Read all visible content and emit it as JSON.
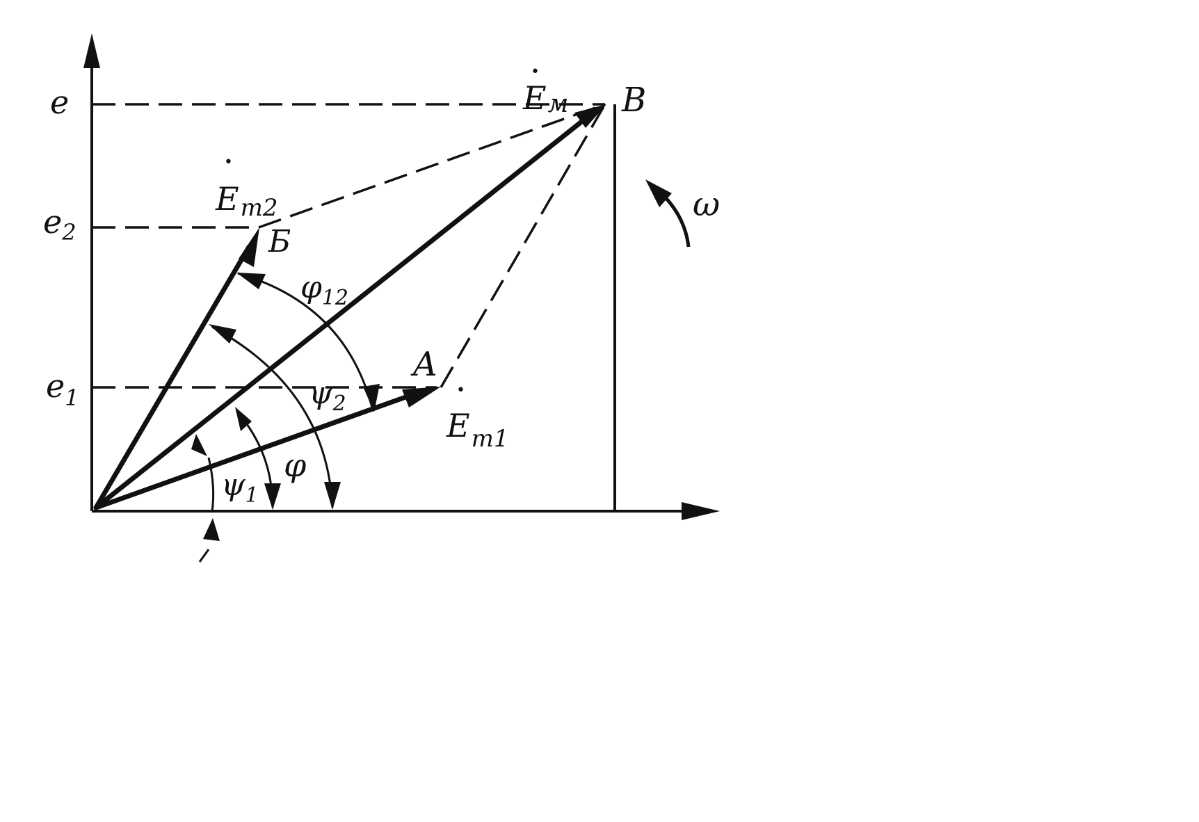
{
  "axes": {
    "y_ticks": [
      {
        "base": "e",
        "sub": ""
      },
      {
        "base": "e",
        "sub": "2"
      },
      {
        "base": "e",
        "sub": "1"
      }
    ]
  },
  "vectors": {
    "em": {
      "base": "E",
      "sub": "м",
      "dot": "•"
    },
    "em1": {
      "base": "E",
      "sub": "m1",
      "dot": "•"
    },
    "em2": {
      "base": "E",
      "sub": "m2",
      "dot": "•"
    }
  },
  "points": {
    "a": "A",
    "b": "Б",
    "v": "В"
  },
  "angles": {
    "phi": {
      "base": "φ",
      "sub": ""
    },
    "phi1": {
      "base": "ψ",
      "sub": "1"
    },
    "phi2": {
      "base": "ψ",
      "sub": "2"
    },
    "phi12": {
      "base": "φ",
      "sub": "12"
    }
  },
  "rotation": {
    "omega": "ω"
  }
}
